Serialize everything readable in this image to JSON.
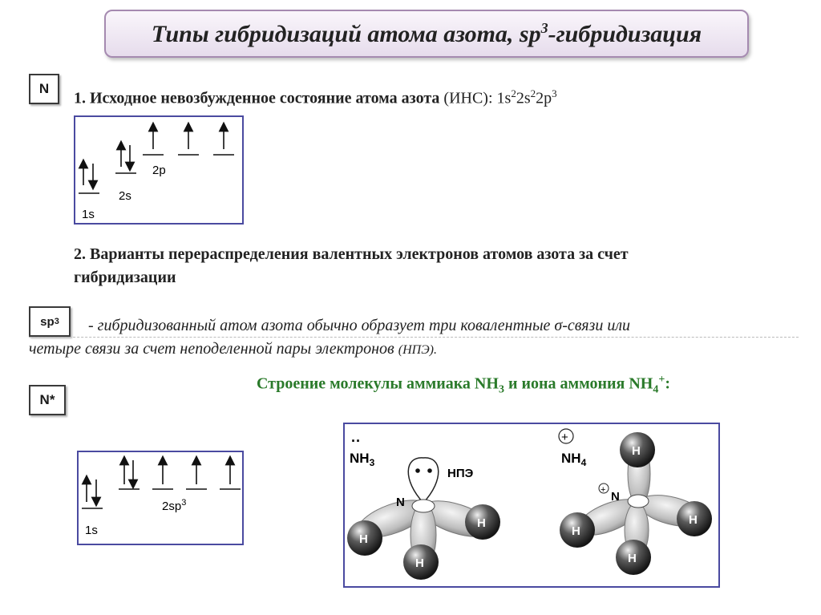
{
  "title": {
    "main": "Типы гибридизаций атома азота, sp",
    "sup": "3",
    "tail": "-гибридизация"
  },
  "section1": {
    "label": "N",
    "text": "1. Исходное невозбужденное состояние атома азота",
    "abbr": "(ИНС): ",
    "config": {
      "a": "1s",
      "a_sup": "2",
      "b": "2s",
      "b_sup": "2",
      "c": "2p",
      "c_sup": "3"
    },
    "orbitals": {
      "s1": "1s",
      "s2": "2s",
      "p2": "2p"
    }
  },
  "section2": {
    "heading_line1": "2. Варианты перераспределения валентных электронов атомов азота за счет",
    "heading_line2": "гибридизации"
  },
  "sp3": {
    "label_main": "sp",
    "label_sup": "3",
    "desc_dash": "- ",
    "desc_line1": "гибридизованный атом азота обычно образует три ковалентные",
    "sigma": "σ",
    "desc_line1b": "-связи или",
    "desc_line2": "четыре связи за счет неподеленной пары электронов",
    "desc_abbr": "(НПЭ)."
  },
  "excited": {
    "label": "N*",
    "orbitals": {
      "s1": "1s",
      "sp3_main": "2sp",
      "sp3_sup": "3"
    }
  },
  "structure": {
    "heading": "Строение молекулы аммиака  NH",
    "h_sub": "3",
    "mid": " и иона аммония  NH",
    "ion_sub": "4",
    "ion_sup": "+",
    "colon": ":"
  },
  "nh3": {
    "formula": "NH",
    "sub": "3",
    "dots": "··",
    "lone_pair": "НПЭ",
    "center": "N",
    "atom": "H"
  },
  "nh4": {
    "formula": "NH",
    "sub": "4",
    "plus": "+",
    "center": "N",
    "atom": "H"
  },
  "colors": {
    "frame": "#4a4aa0",
    "green": "#2a7a2a",
    "title_border": "#a58ab0"
  }
}
